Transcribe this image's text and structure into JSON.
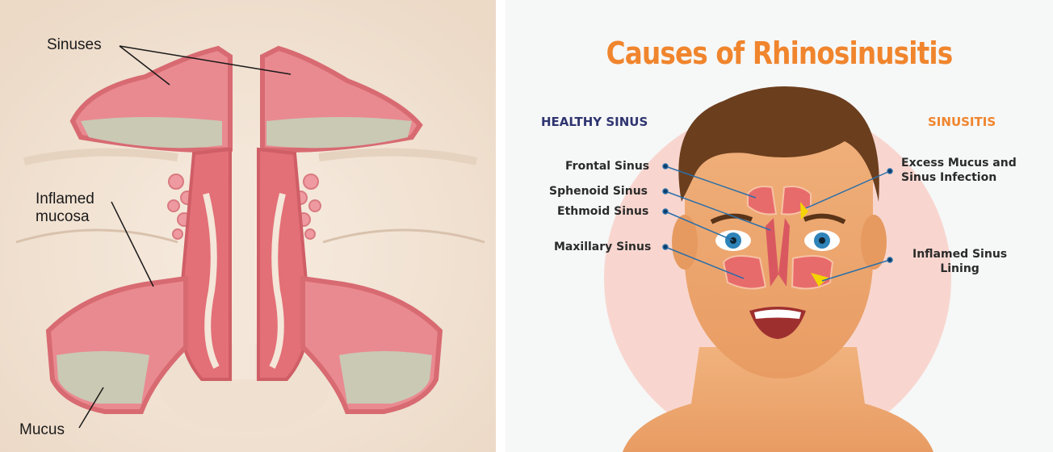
{
  "left": {
    "labels": {
      "sinuses": "Sinuses",
      "inflamed": "Inflamed\nmucosa",
      "mucus": "Mucus"
    }
  },
  "right": {
    "title": "Causes of Rhinosinusitis",
    "healthy_heading": "HEALTHY SINUS",
    "sinusitis_heading": "SINUSITIS",
    "left_labels": [
      "Frontal Sinus",
      "Sphenoid Sinus",
      "Ethmoid Sinus",
      "Maxillary Sinus"
    ],
    "right_labels": [
      "Excess Mucus and\nSinus Infection",
      "Inflamed Sinus\nLining"
    ]
  },
  "colors": {
    "title_orange": "#f0852d",
    "heading_navy": "#2f3570",
    "heading_orange": "#f0852d",
    "sinus_pink": "#e8868d",
    "mucus_gray": "#c9c9b4",
    "leader_blue": "#2b6fa8"
  }
}
